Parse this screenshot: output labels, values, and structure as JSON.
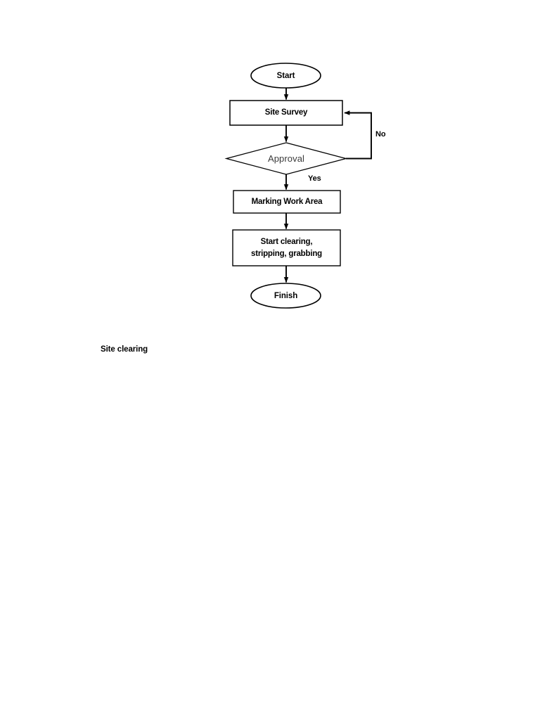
{
  "document": {
    "background_color": "#ffffff",
    "caption": "Site clearing"
  },
  "diagram": {
    "title": "Site clearing",
    "type": "flowchart",
    "orientation": "top-to-bottom",
    "stroke_color": "#000000",
    "fill_color": "#ffffff",
    "nodes": [
      {
        "id": "start",
        "shape": "ellipse",
        "label": "Start"
      },
      {
        "id": "survey",
        "shape": "rectangle",
        "label": "Site Survey"
      },
      {
        "id": "approval",
        "shape": "diamond",
        "label": "Approval"
      },
      {
        "id": "marking",
        "shape": "rectangle",
        "label": "Marking Work Area"
      },
      {
        "id": "clearing",
        "shape": "rectangle",
        "label": "Start clearing,\nstripping, grabbing"
      },
      {
        "id": "finish",
        "shape": "ellipse",
        "label": "Finish"
      }
    ],
    "edges": [
      {
        "from": "start",
        "to": "survey",
        "label": ""
      },
      {
        "from": "survey",
        "to": "approval",
        "label": ""
      },
      {
        "from": "approval",
        "to": "survey",
        "label": "No"
      },
      {
        "from": "approval",
        "to": "marking",
        "label": "Yes"
      },
      {
        "from": "marking",
        "to": "clearing",
        "label": ""
      },
      {
        "from": "clearing",
        "to": "finish",
        "label": ""
      }
    ]
  }
}
